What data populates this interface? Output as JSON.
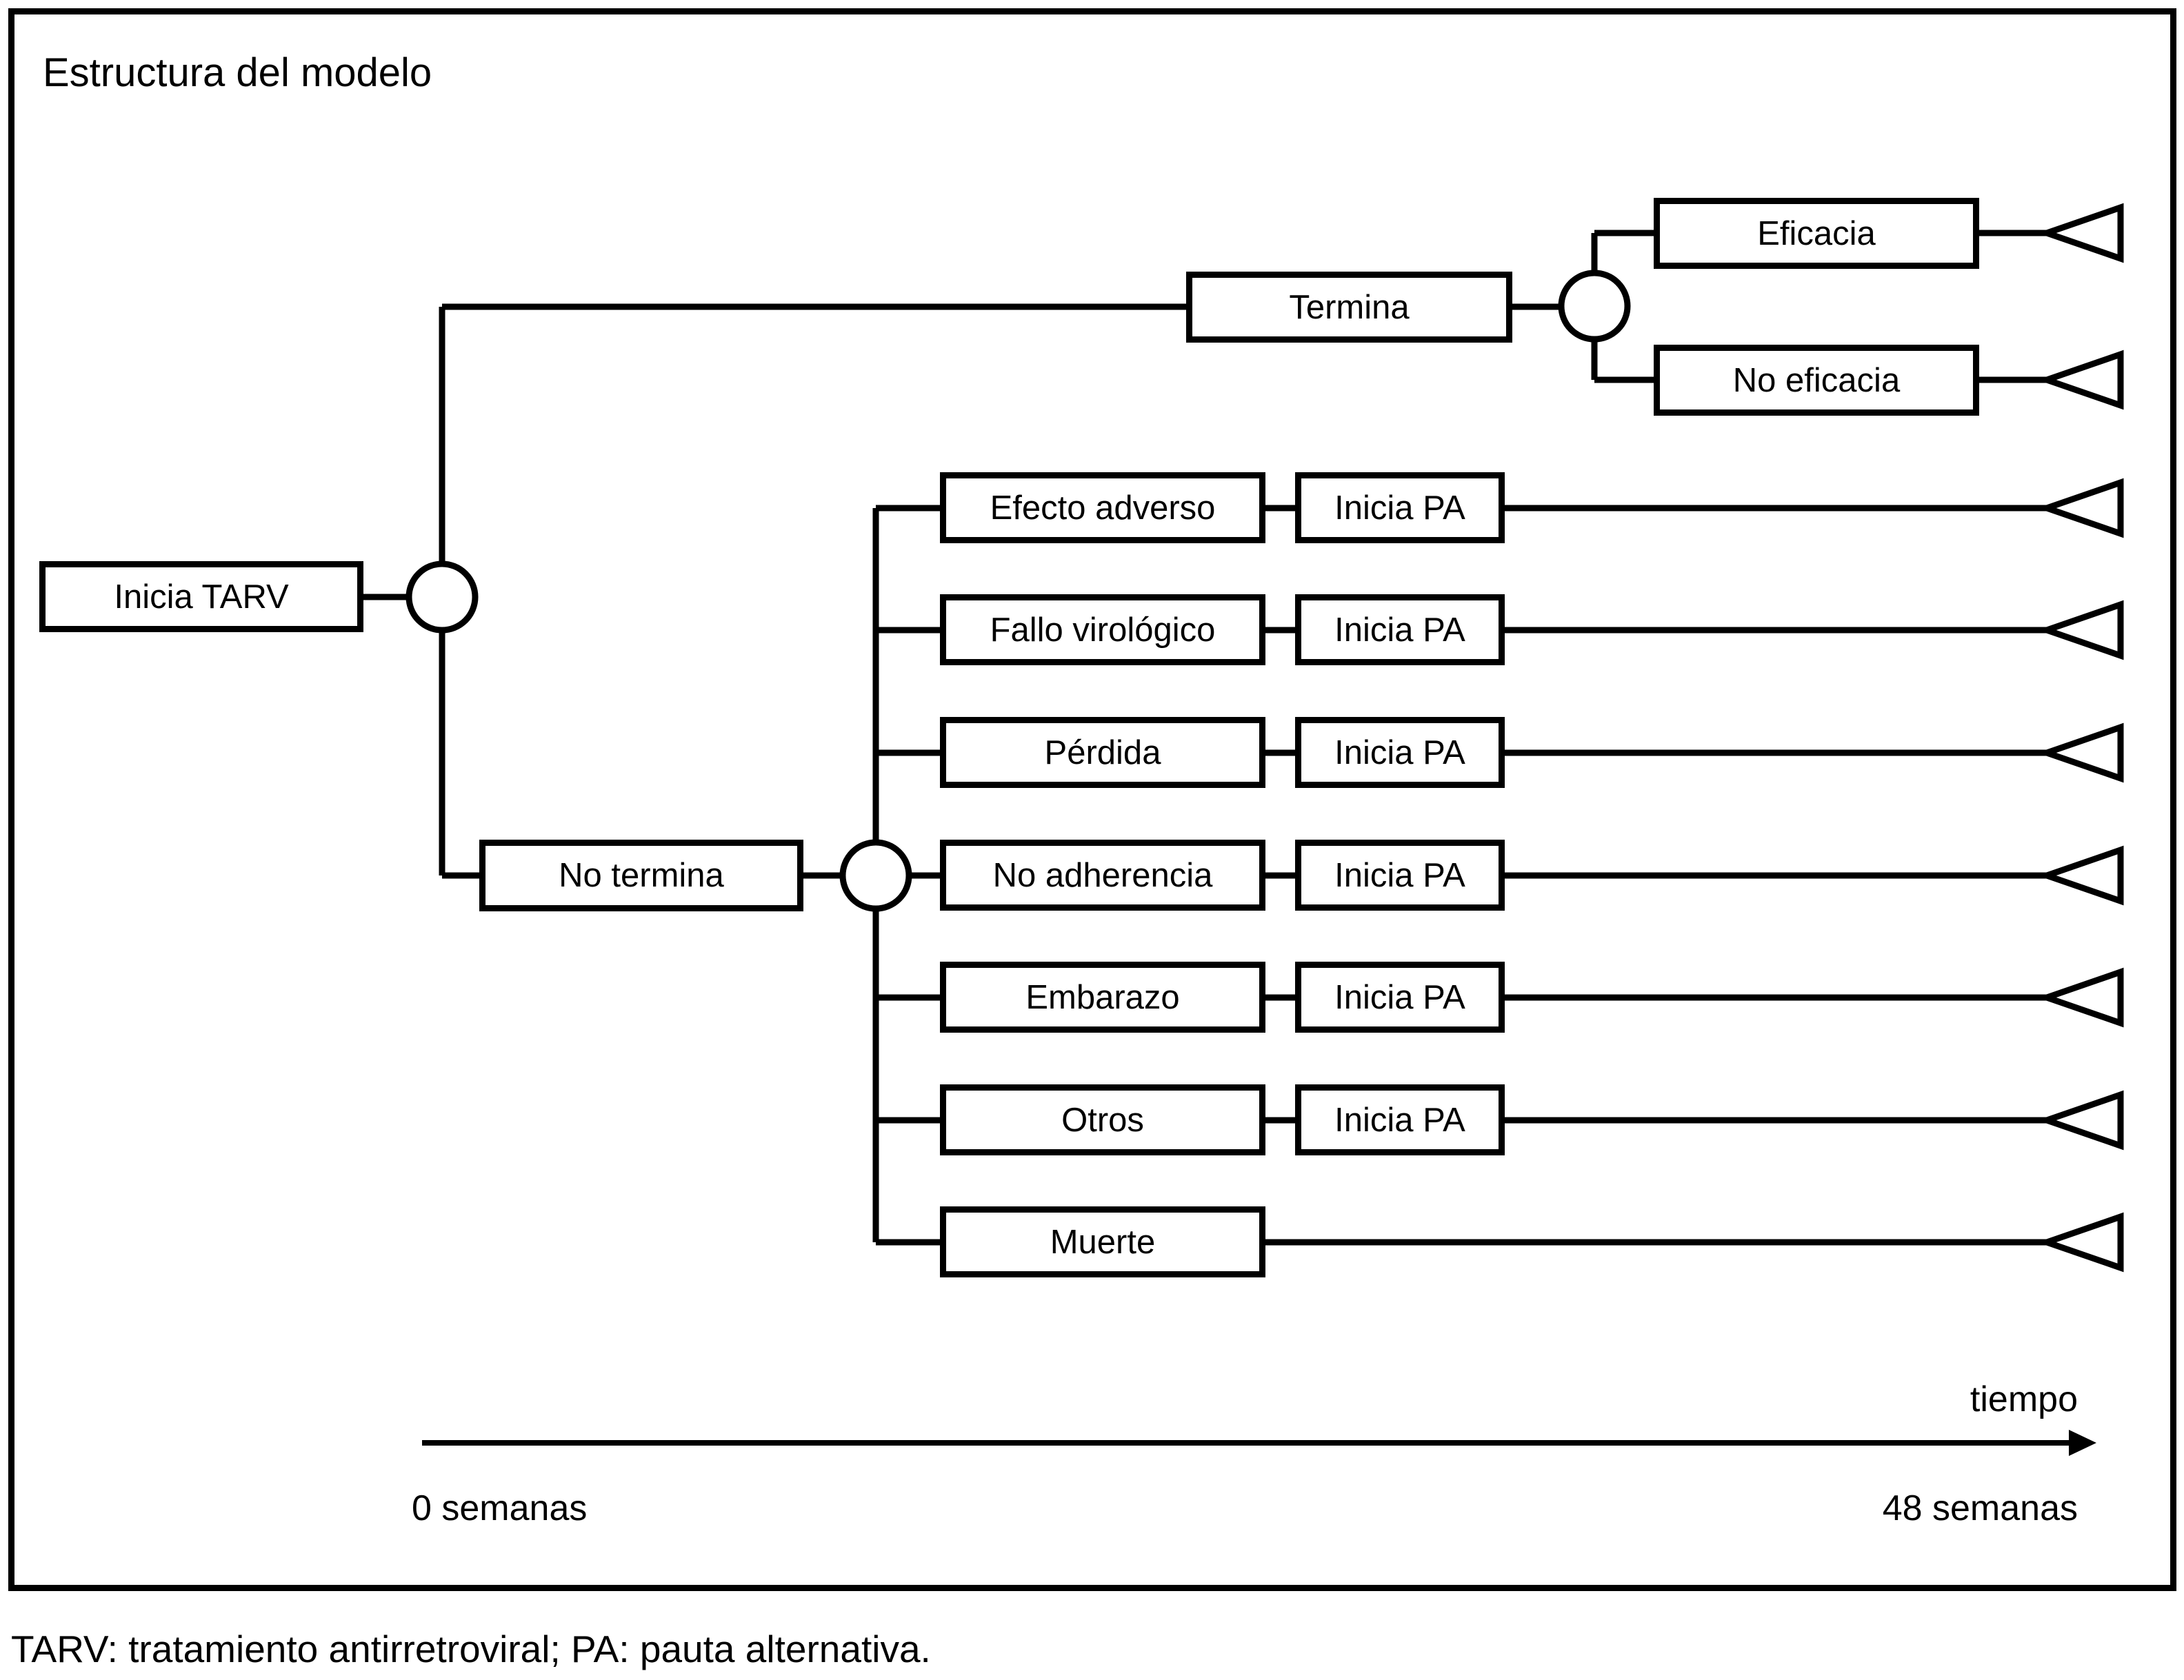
{
  "title": "Estructura del modelo",
  "footnote": "TARV: tratamiento antirretroviral; PA: pauta alternativa.",
  "colors": {
    "line": "#000000",
    "background": "#ffffff"
  },
  "timeline": {
    "axis_label": "tiempo",
    "start_label": "0 semanas",
    "end_label": "48 semanas"
  },
  "tree": {
    "root": {
      "label": "Inicia TARV"
    },
    "termina_branch": {
      "label": "Termina",
      "outcomes": [
        {
          "label": "Eficacia"
        },
        {
          "label": "No eficacia"
        }
      ]
    },
    "no_termina_branch": {
      "label": "No termina",
      "outcomes": [
        {
          "label": "Efecto adverso",
          "next": "Inicia PA"
        },
        {
          "label": "Fallo virológico",
          "next": "Inicia PA"
        },
        {
          "label": "Pérdida",
          "next": "Inicia PA"
        },
        {
          "label": "No adherencia",
          "next": "Inicia PA"
        },
        {
          "label": "Embarazo",
          "next": "Inicia PA"
        },
        {
          "label": "Otros",
          "next": "Inicia PA"
        },
        {
          "label": "Muerte"
        }
      ]
    }
  }
}
